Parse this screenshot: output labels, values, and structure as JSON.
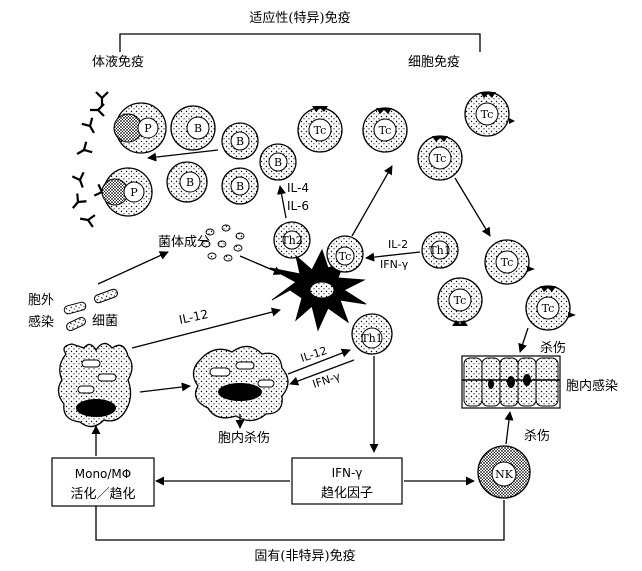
{
  "titles": {
    "adaptive": "适应性(特异)免疫",
    "humoral": "体液免疫",
    "cellular": "细胞免疫",
    "innate": "固有(非特异)免疫"
  },
  "cells": {
    "p": "P",
    "b": "B",
    "tc": "Tc",
    "th1": "Th1",
    "th2": "Th2",
    "nk": "NK"
  },
  "labels": {
    "il4": "IL-4",
    "il6": "IL-6",
    "il2": "IL-2",
    "ifng": "IFN-γ",
    "il12": "IL-12",
    "bacterial_components": "菌体成分",
    "extracellular_line1": "胞外",
    "extracellular_line2": "感染",
    "bacteria": "细菌",
    "intracellular_kill": "胞内杀伤",
    "kill": "杀伤",
    "intracellular_infection": "胞内感染"
  },
  "boxes": {
    "mono_line1": "Mono/MΦ",
    "mono_line2": "活化／趋化",
    "ifn_line1": "IFN-γ",
    "ifn_line2": "趋化因子"
  }
}
